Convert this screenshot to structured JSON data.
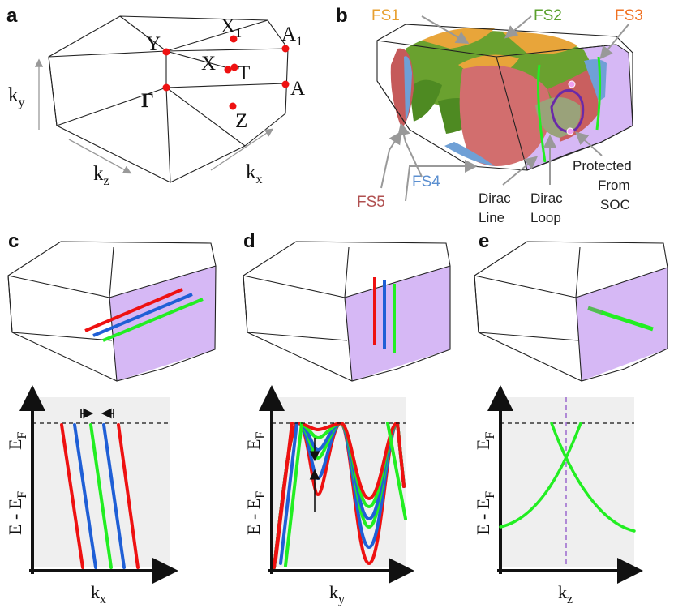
{
  "panel_labels": {
    "a": "a",
    "b": "b",
    "c": "c",
    "d": "d",
    "e": "e"
  },
  "panel_a": {
    "points": {
      "X1": "X",
      "X1_sub": "1",
      "Y": "Y",
      "X": "X",
      "T": "T",
      "A1": "A",
      "A1_sub": "1",
      "A": "A",
      "Gamma": "Γ",
      "Z": "Z"
    },
    "axes": {
      "ky": "k",
      "ky_sub": "y",
      "kz": "k",
      "kz_sub": "z",
      "kx": "k",
      "kx_sub": "x"
    }
  },
  "panel_b": {
    "fs_labels": [
      {
        "text": "FS1",
        "color": "#e8a030"
      },
      {
        "text": "FS2",
        "color": "#5aa02c"
      },
      {
        "text": "FS3",
        "color": "#f07020"
      },
      {
        "text": "FS4",
        "color": "#5b8fd0"
      },
      {
        "text": "FS5",
        "color": "#b05050"
      }
    ],
    "annotations": {
      "dirac_line": [
        "Dirac",
        "Line"
      ],
      "dirac_loop": [
        "Dirac",
        "Loop"
      ],
      "protected": [
        "Protected",
        "From",
        "SOC"
      ]
    }
  },
  "band_plots": {
    "y_label": "E - E",
    "y_label_sub": "F",
    "ef_label": "E",
    "ef_label_sub": "F",
    "x_labels": [
      {
        "main": "k",
        "sub": "x"
      },
      {
        "main": "k",
        "sub": "y"
      },
      {
        "main": "k",
        "sub": "z"
      }
    ]
  },
  "colors": {
    "red": "#ee1111",
    "blue": "#1f5fd6",
    "green": "#22ee22",
    "purple_plane": "#d6b8f5",
    "dirac_loop": "#6a2aa8"
  }
}
